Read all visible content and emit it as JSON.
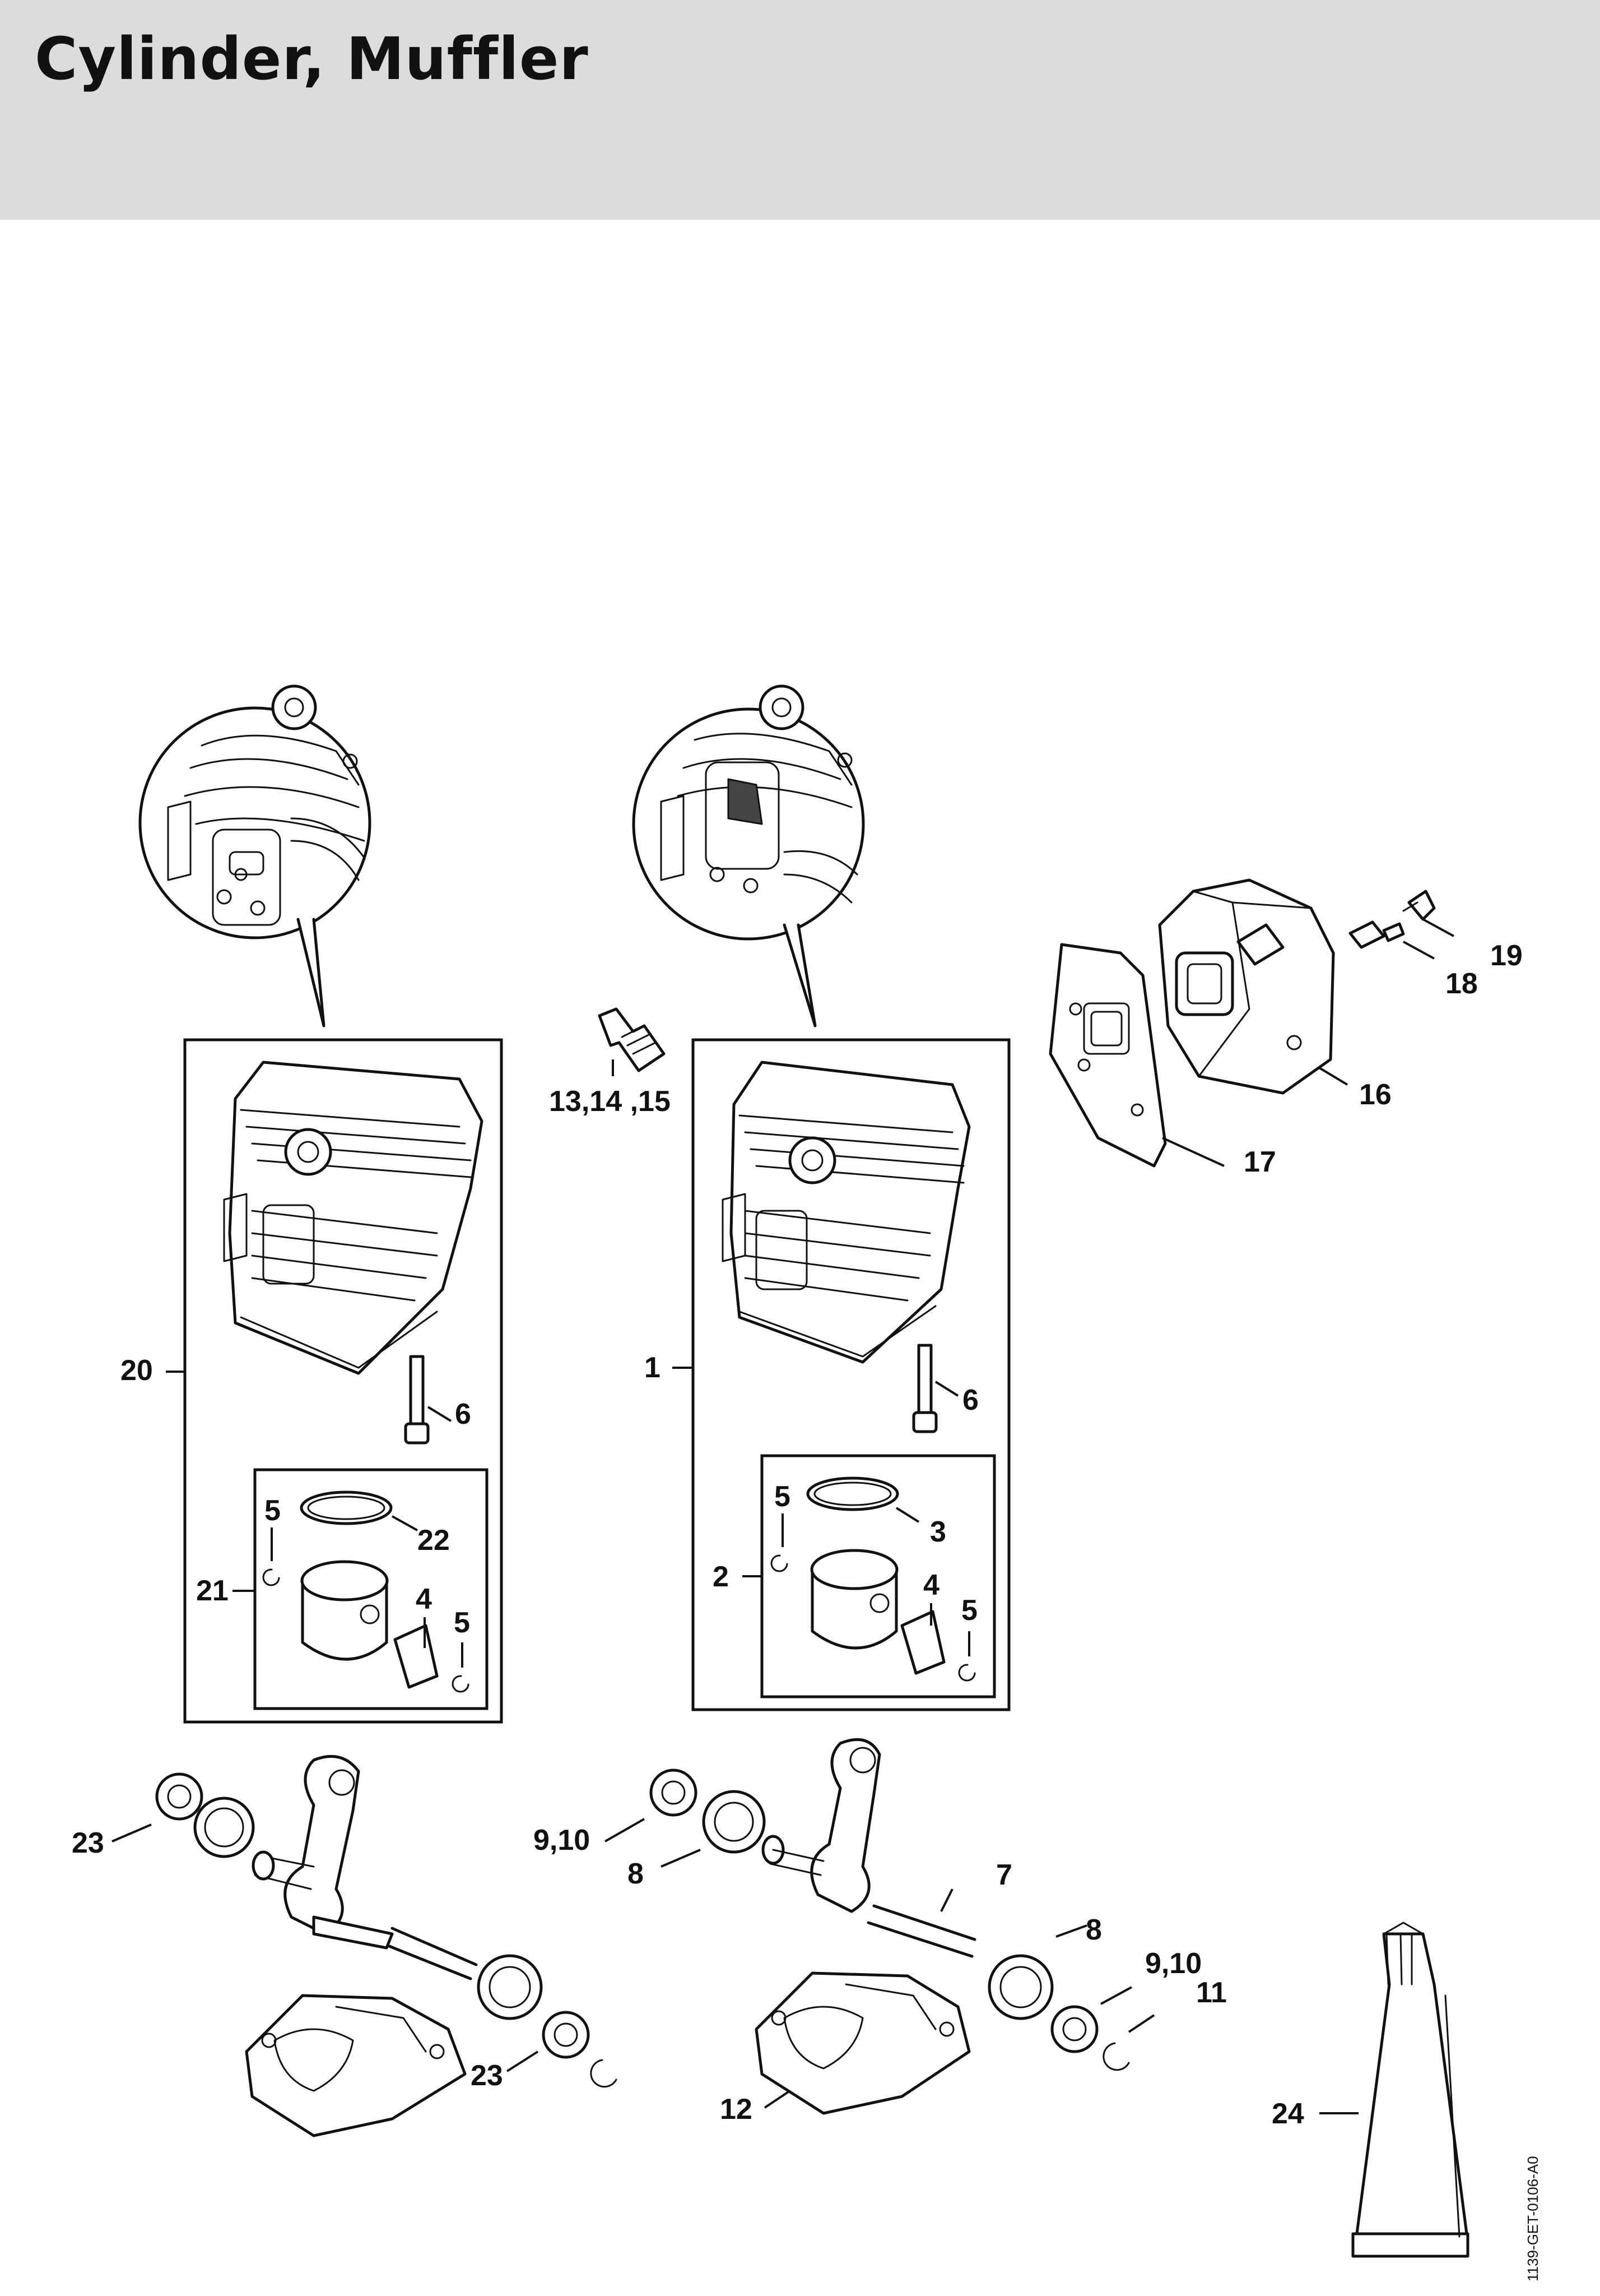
{
  "page": {
    "title": "Cylinder, Muffler",
    "drawing_code": "1139-GET-0106-A0"
  },
  "labels": {
    "l20": "20",
    "l6a": "6",
    "l5a": "5",
    "l22": "22",
    "l21": "21",
    "l4a": "4",
    "l5b": "5",
    "l13": "13,14 ,15",
    "l1": "1",
    "l6b": "6",
    "l5c": "5",
    "l3": "3",
    "l2": "2",
    "l4b": "4",
    "l5d": "5",
    "l19": "19",
    "l18": "18",
    "l16": "16",
    "l17": "17",
    "l23a": "23",
    "l23b": "23",
    "l910a": "9,10",
    "l8a": "8",
    "l7": "7",
    "l8b": "8",
    "l910b": "9,10",
    "l11": "11",
    "l12": "12",
    "l24": "24"
  }
}
